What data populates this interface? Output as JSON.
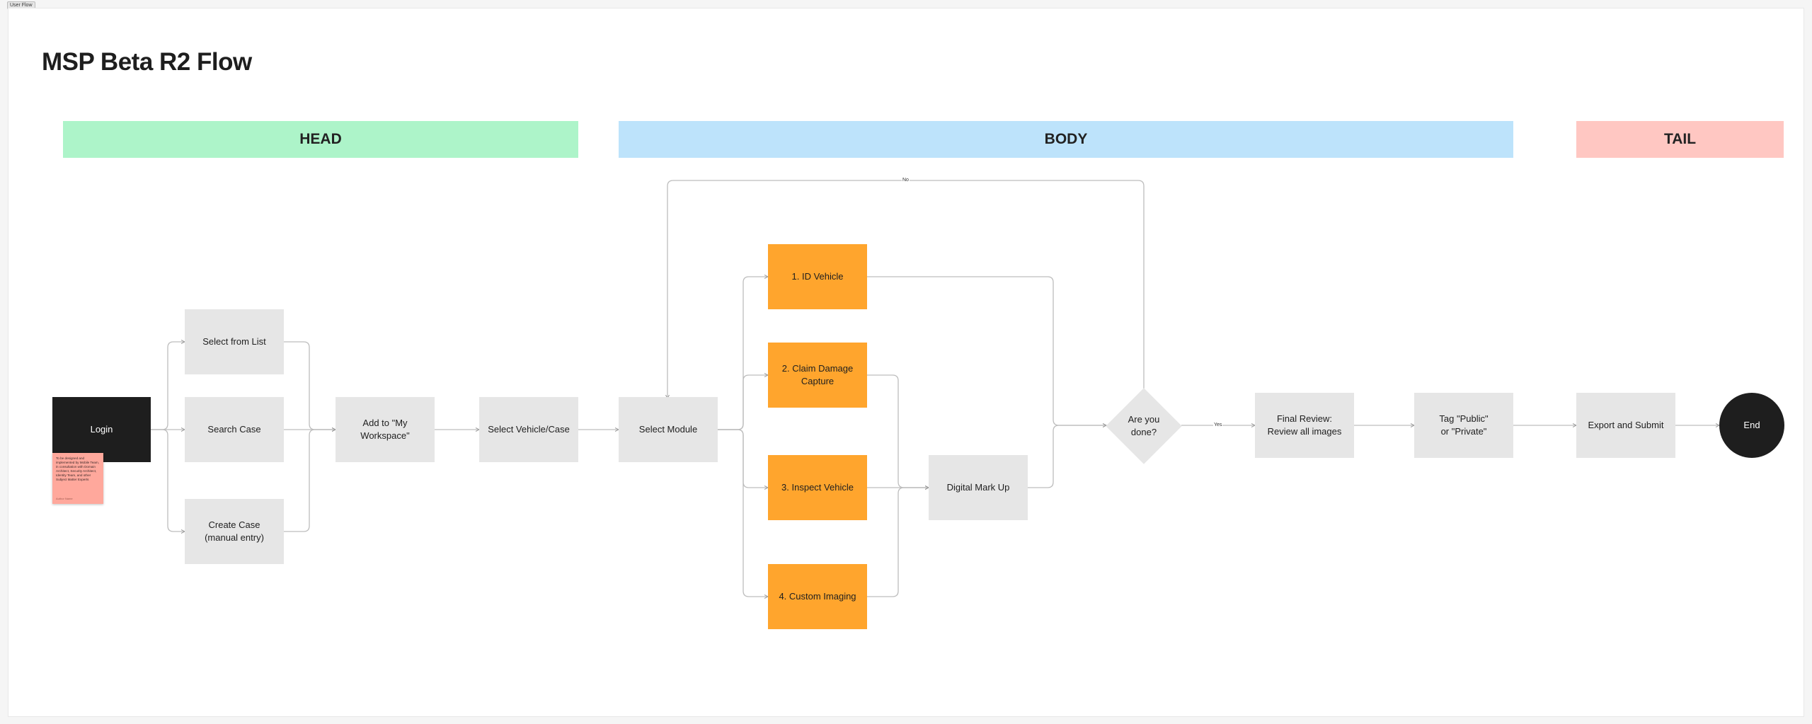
{
  "frame_label": "User Flow",
  "title": "MSP Beta R2 Flow",
  "sections": {
    "head": "HEAD",
    "body": "BODY",
    "tail": "TAIL"
  },
  "colors": {
    "head": "#adf4c9",
    "body": "#bde3fb",
    "tail": "#ffc7c2",
    "module": "#ffa52d",
    "step": "#e6e6e6",
    "terminal": "#1e1e1e"
  },
  "nodes": {
    "login": "Login",
    "select_from_list": "Select from List",
    "search_case": "Search Case",
    "create_case": "Create Case\n(manual entry)",
    "add_to_workspace": "Add to \"My\nWorkspace\"",
    "select_vehicle_case": "Select Vehicle/Case",
    "select_module": "Select Module",
    "id_vehicle": "1. ID Vehicle",
    "claim_damage": "2. Claim Damage\nCapture",
    "inspect_vehicle": "3. Inspect Vehicle",
    "custom_imaging": "4. Custom Imaging",
    "digital_markup": "Digital Mark Up",
    "are_you_done": "Are you\ndone?",
    "final_review": "Final Review:\nReview all images",
    "tag_public_private": "Tag \"Public\"\nor \"Private\"",
    "export_submit": "Export and Submit",
    "end": "End"
  },
  "edge_labels": {
    "no": "No",
    "yes": "Yes"
  },
  "sticky_note": {
    "text": "To be designed and implemented by Mobile Team, in consultation with Domain Architect, Security Architect, Identity Team, and other Subject Matter Experts",
    "author": "Author Name"
  }
}
